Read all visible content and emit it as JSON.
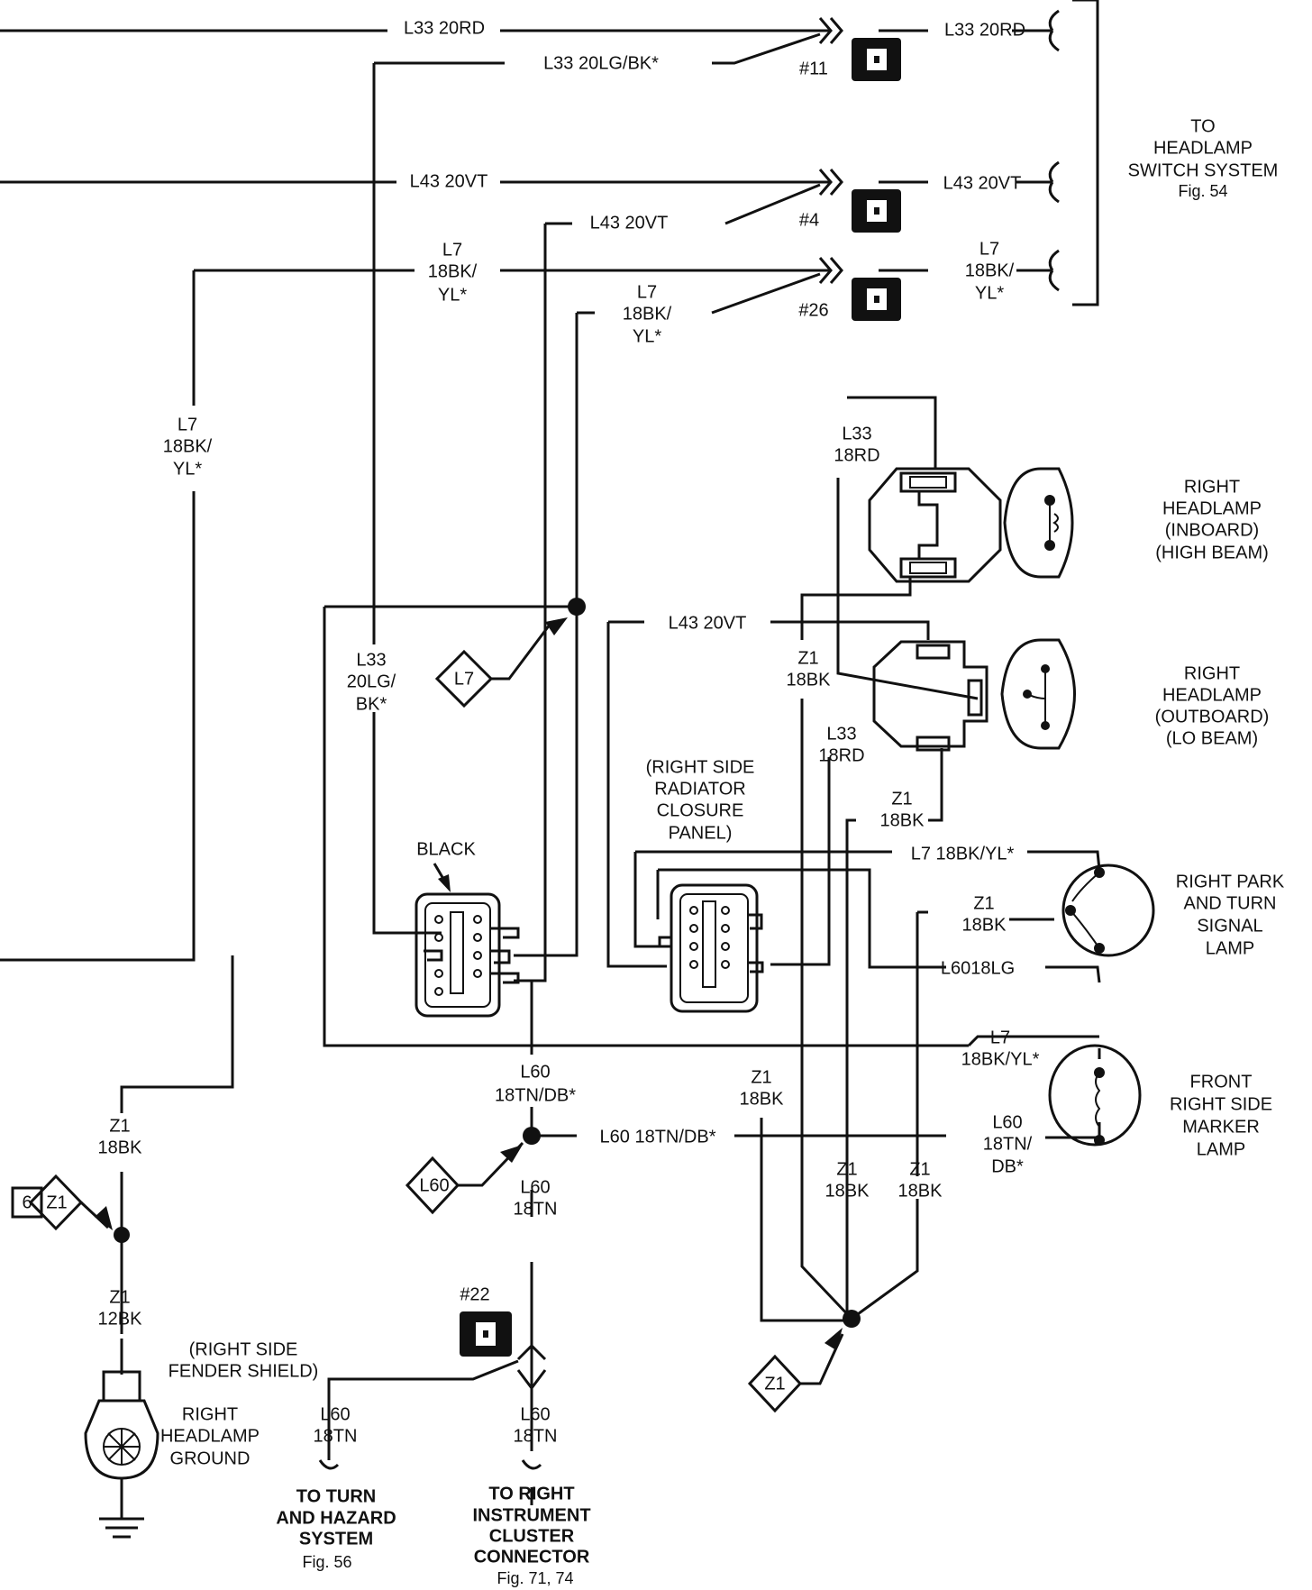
{
  "labels": {
    "l33_20rd_top": "L33 20RD",
    "l33_20rd_right": "L33 20RD",
    "l33_20lgbk_top": "L33 20LG/BK*",
    "conn_11": "#11",
    "l43_20vt_top": "L43 20VT",
    "l43_20vt_right": "L43 20VT",
    "l43_20vt_mid": "L43 20VT",
    "conn_4": "#4",
    "conn_26": "#26",
    "l7_a": [
      "L7",
      "18BK/",
      "YL*"
    ],
    "l7_b": [
      "L7",
      "18BK/",
      "YL*"
    ],
    "l7_c": [
      "L7",
      "18BK/",
      "YL*"
    ],
    "l7_left": [
      "L7",
      "18BK/",
      "YL*"
    ],
    "to_headlamp": [
      "TO",
      "HEADLAMP",
      "SWITCH SYSTEM",
      "Fig. 54"
    ],
    "l33_18rd_top": [
      "L33",
      "18RD"
    ],
    "right_headlamp_inboard": [
      "RIGHT",
      "HEADLAMP",
      "(INBOARD)",
      "(HIGH BEAM)"
    ],
    "l43_20vt_panel": "L43 20VT",
    "z1_18bk_a": [
      "Z1",
      "18BK"
    ],
    "right_headlamp_outboard": [
      "RIGHT",
      "HEADLAMP",
      "(OUTBOARD)",
      "(LO BEAM)"
    ],
    "l33_18rd_mid": [
      "L33",
      "18RD"
    ],
    "z1_18bk_b": [
      "Z1",
      "18BK"
    ],
    "radiator_panel": [
      "(RIGHT SIDE",
      "RADIATOR",
      "CLOSURE",
      "PANEL)"
    ],
    "l33_20lgbk_vert": [
      "L33",
      "20LG/",
      "BK*"
    ],
    "l7_diamond": "L7",
    "black": "BLACK",
    "l7_18bkyl_park": "L7 18BK/YL*",
    "z1_18bk_park": [
      "Z1",
      "18BK"
    ],
    "l60_18lg": "L6018LG",
    "right_park_turn": [
      "RIGHT PARK",
      "AND TURN",
      "SIGNAL",
      "LAMP"
    ],
    "l7_18bkyl_marker": [
      "L7",
      "18BK/YL*"
    ],
    "front_marker": [
      "FRONT",
      "RIGHT SIDE",
      "MARKER",
      "LAMP"
    ],
    "l60_18tndb_marker": [
      "L60",
      "18TN/",
      "DB*"
    ],
    "l60_18tndb_vert": [
      "L60",
      "18TN/DB*"
    ],
    "l60_18tndb_horiz": "L60 18TN/DB*",
    "l60_diamond": "L60",
    "l60_18tn_mid": [
      "L60",
      "18TN"
    ],
    "z1_18bk_c": [
      "Z1",
      "18BK"
    ],
    "z1_18bk_d": [
      "Z1",
      "18BK"
    ],
    "z1_18bk_e": [
      "Z1",
      "18BK"
    ],
    "z1_18bk_left": [
      "Z1",
      "18BK"
    ],
    "six": "6",
    "z1_diamond_left": "Z1",
    "z1_12bk": [
      "Z1",
      "12BK"
    ],
    "conn_22": "#22",
    "fender_shield": [
      "(RIGHT SIDE",
      "FENDER SHIELD)"
    ],
    "right_headlamp_ground": [
      "RIGHT",
      "HEADLAMP",
      "GROUND"
    ],
    "l60_18tn_left": [
      "L60",
      "18TN"
    ],
    "l60_18tn_right": [
      "L60",
      "18TN"
    ],
    "to_turn_hazard": [
      "TO TURN",
      "AND HAZARD",
      "SYSTEM",
      "Fig. 56"
    ],
    "to_right_cluster": [
      "TO RIGHT",
      "INSTRUMENT",
      "CLUSTER",
      "CONNECTOR",
      "Fig. 71, 74"
    ],
    "z1_diamond_bottom": "Z1"
  }
}
